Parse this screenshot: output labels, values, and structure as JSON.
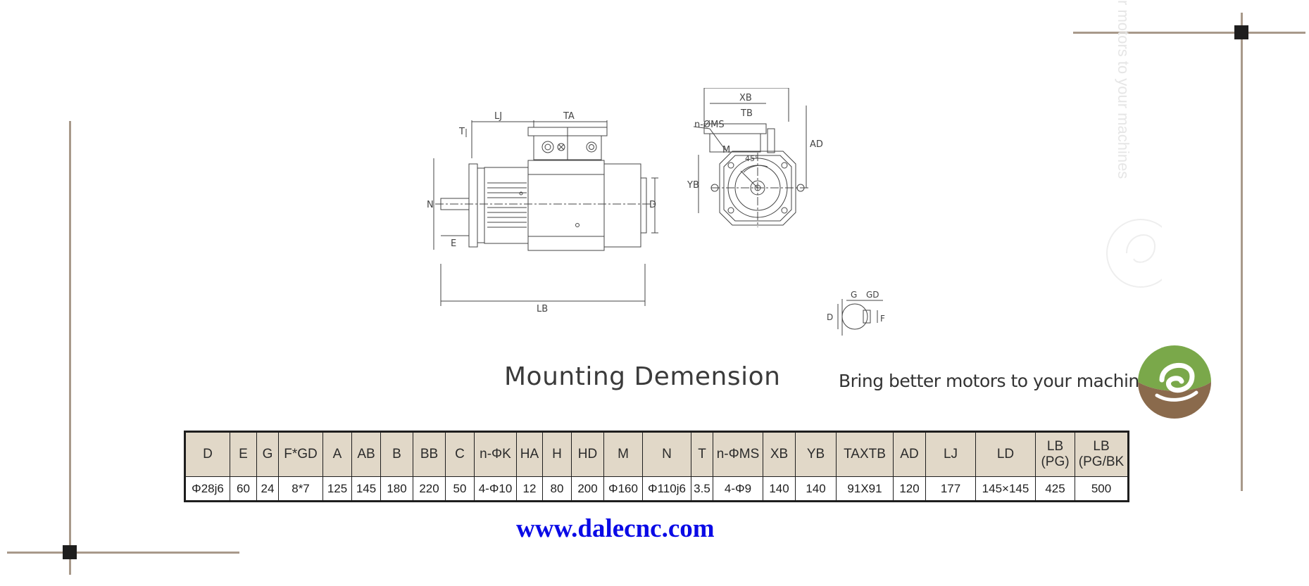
{
  "drawing": {
    "side_view_labels": [
      "LJ",
      "TA",
      "T",
      "N",
      "E",
      "D",
      "LB"
    ],
    "front_view_labels": [
      "XB",
      "TB",
      "n-ØMS",
      "M",
      "45°",
      "AD",
      "YB"
    ],
    "shaft_key_labels": [
      "G",
      "GD",
      "D",
      "F"
    ]
  },
  "heading": "Mounting Demension",
  "slogan": "Bring better motors to your machines",
  "watermark": "r motors to your machines",
  "table": {
    "headers": [
      "D",
      "E",
      "G",
      "F*GD",
      "A",
      "AB",
      "B",
      "BB",
      "C",
      "n-ΦK",
      "HA",
      "H",
      "HD",
      "M",
      "N",
      "T",
      "n-ΦMS",
      "XB",
      "YB",
      "TAXTB",
      "AD",
      "LJ",
      "LD",
      "LB\n(PG)",
      "LB\n(PG/BK"
    ],
    "rows": [
      [
        "Φ28j6",
        "60",
        "24",
        "8*7",
        "125",
        "145",
        "180",
        "220",
        "50",
        "4-Φ10",
        "12",
        "80",
        "200",
        "Φ160",
        "Φ110j6",
        "3.5",
        "4-Φ9",
        "140",
        "140",
        "91X91",
        "120",
        "177",
        "145×145",
        "425",
        "500"
      ]
    ]
  },
  "website": "www.dalecnc.com",
  "colors": {
    "frame_line": "#a8998a",
    "header_fill": "#e1d8c8",
    "logo_green": "#7aa84a",
    "logo_brown": "#8a6a4c",
    "website_blue": "#0a0ae6"
  }
}
